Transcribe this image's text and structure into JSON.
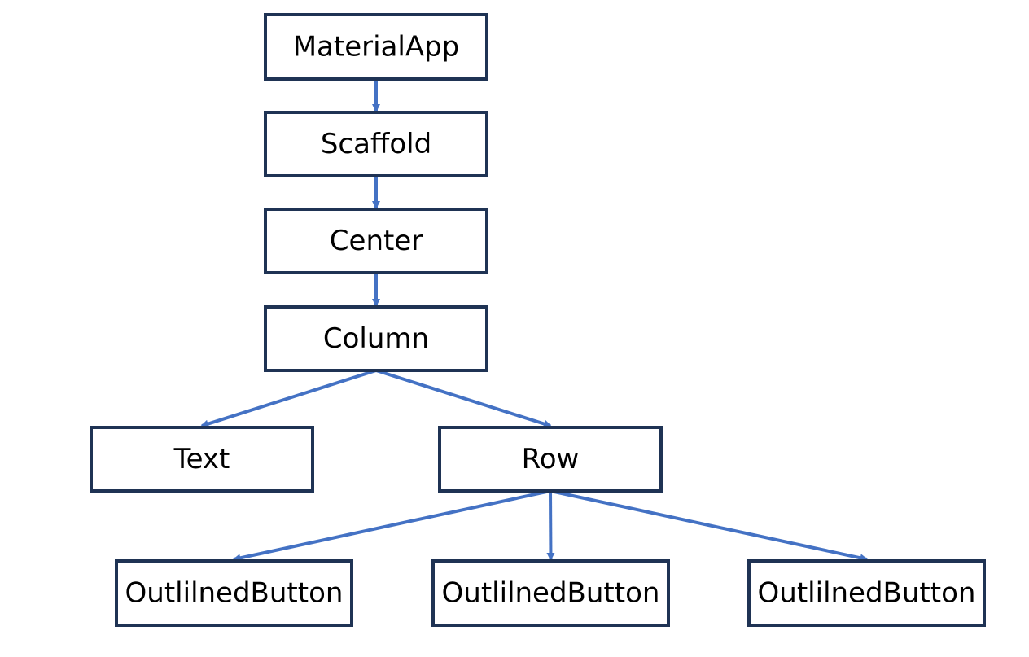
{
  "colors": {
    "box_border": "#1f3354",
    "arrow": "#4472c4",
    "text": "#000000"
  },
  "nodes": [
    {
      "id": "materialapp",
      "label": "MaterialApp"
    },
    {
      "id": "scaffold",
      "label": "Scaffold"
    },
    {
      "id": "center",
      "label": "Center"
    },
    {
      "id": "column",
      "label": "Column"
    },
    {
      "id": "text",
      "label": "Text"
    },
    {
      "id": "row",
      "label": "Row"
    },
    {
      "id": "button1",
      "label": "OutlilnedButton"
    },
    {
      "id": "button2",
      "label": "OutlilnedButton"
    },
    {
      "id": "button3",
      "label": "OutlilnedButton"
    }
  ],
  "edges": [
    {
      "from": "materialapp",
      "to": "scaffold"
    },
    {
      "from": "scaffold",
      "to": "center"
    },
    {
      "from": "center",
      "to": "column"
    },
    {
      "from": "column",
      "to": "text"
    },
    {
      "from": "column",
      "to": "row"
    },
    {
      "from": "row",
      "to": "button1"
    },
    {
      "from": "row",
      "to": "button2"
    },
    {
      "from": "row",
      "to": "button3"
    }
  ]
}
